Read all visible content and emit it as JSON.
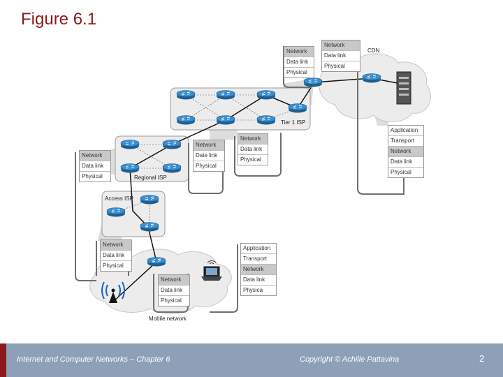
{
  "title": "Figure 6.1",
  "labels": {
    "cdn": "CDN",
    "tier1": "Tier 1 ISP",
    "regional": "Regional ISP",
    "access": "Access ISP",
    "mobile": "Mobile network"
  },
  "stacks": {
    "cdn_router": [
      "Network",
      "Data link",
      "Physical"
    ],
    "tier1_left": [
      "Network",
      "Data link",
      "Physical"
    ],
    "tier1_right": [
      "Network",
      "Data link",
      "Physical"
    ],
    "regional_left": [
      "Network",
      "Data link",
      "Physical"
    ],
    "regional_right": [
      "Network",
      "Date link",
      "Physical"
    ],
    "server": [
      "Application",
      "Transport",
      "Network",
      "Data link",
      "Physical"
    ],
    "access": [
      "Network",
      "Data link",
      "Physical"
    ],
    "mobile_router": [
      "Network",
      "Data link",
      "Physical"
    ],
    "laptop": [
      "Application",
      "Transport",
      "Network",
      "Data link",
      "Physica"
    ]
  },
  "footer": {
    "course": "Internet and Computer Networks – Chapter 6",
    "copyright": "Copyright © Achille Pattavina",
    "page": "2"
  }
}
